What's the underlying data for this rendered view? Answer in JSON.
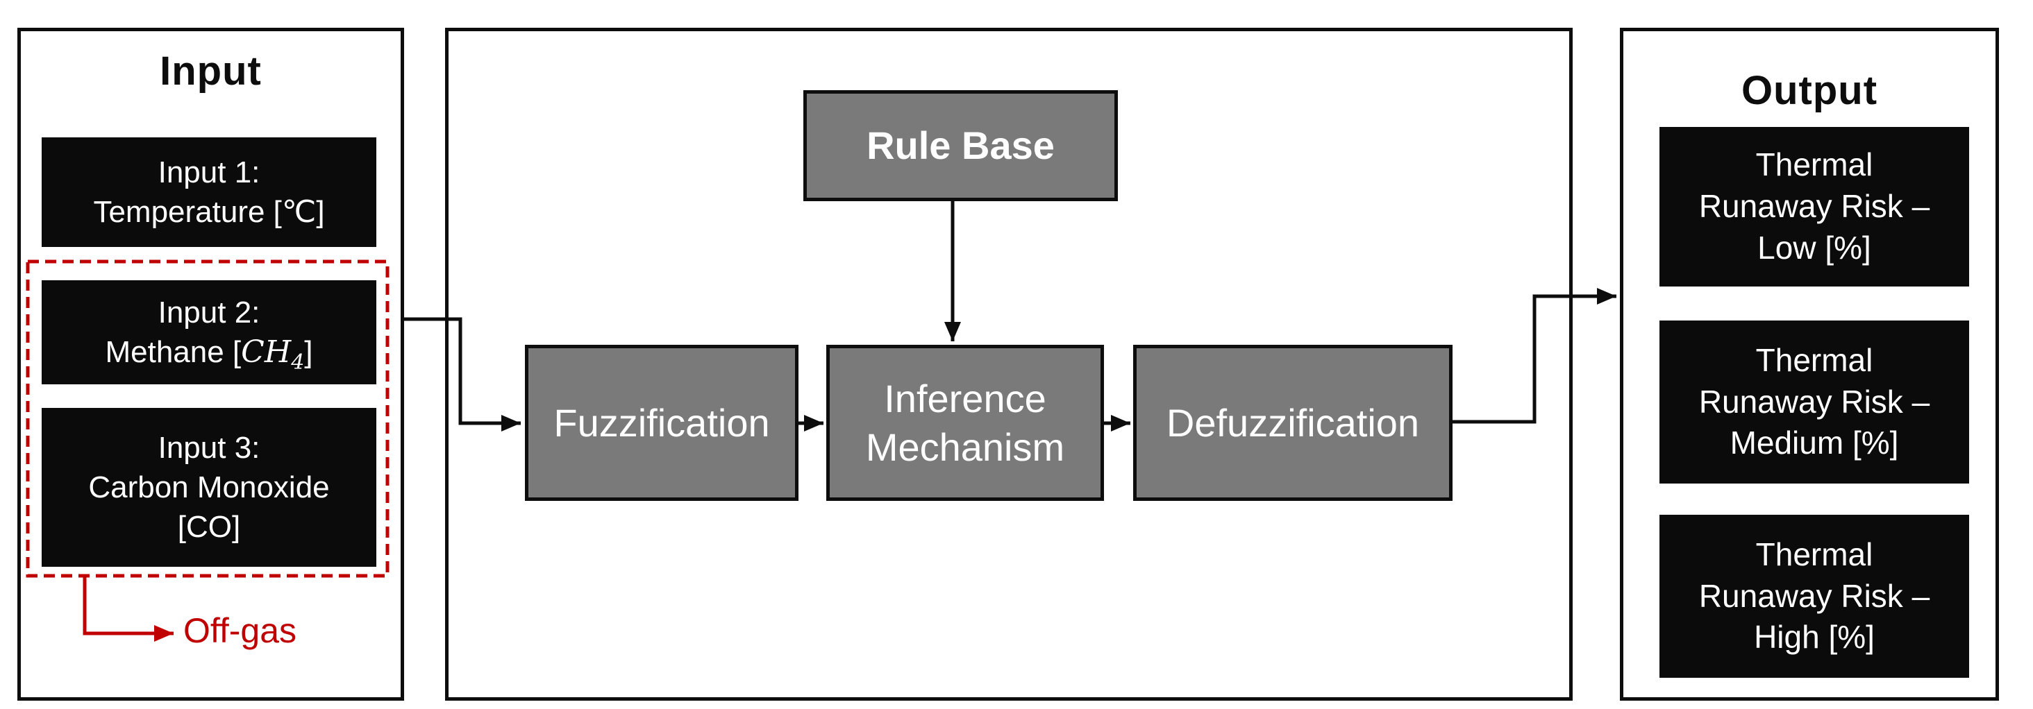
{
  "diagram_title": "Fuzzy logic thermal runaway risk diagram",
  "input_panel": {
    "title": "Input",
    "box1": {
      "line1": "Input 1:",
      "line2": "Temperature [℃]"
    },
    "box2": {
      "line1": "Input 2:",
      "formula_prefix": "Methane [",
      "formula_italic": "CH",
      "formula_sub": "4",
      "formula_suffix": "]"
    },
    "box3": {
      "line1": "Input 3:",
      "line2": "Carbon Monoxide",
      "line3": "[CO]"
    },
    "offgas": "Off-gas"
  },
  "process_panel": {
    "rule_base": "Rule Base",
    "fuzzification": "Fuzzification",
    "inference_line1": "Inference",
    "inference_line2": "Mechanism",
    "defuzzification": "Defuzzification"
  },
  "output_panel": {
    "title": "Output",
    "box1": {
      "line1": "Thermal",
      "line2": "Runaway Risk –",
      "line3": "Low [%]"
    },
    "box2": {
      "line1": "Thermal",
      "line2": "Runaway Risk –",
      "line3": "Medium [%]"
    },
    "box3": {
      "line1": "Thermal",
      "line2": "Runaway Risk –",
      "line3": "High [%]"
    }
  },
  "colors": {
    "box_gray": "#7a7a7a",
    "box_black": "#0b0b0b",
    "line_black": "#0d0d0d",
    "accent_red": "#c00000",
    "text_white": "#ffffff"
  }
}
